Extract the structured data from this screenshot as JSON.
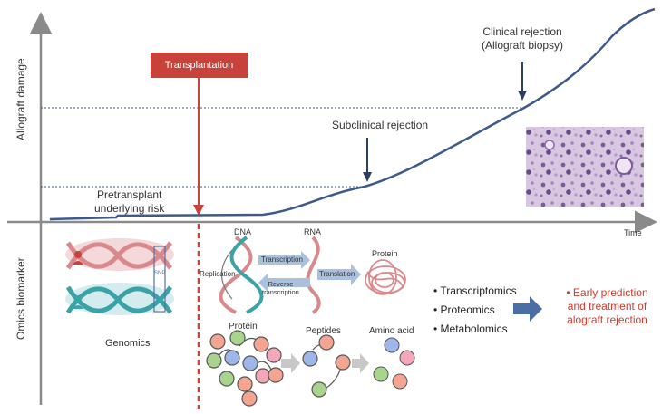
{
  "axes": {
    "y_upper": "Allograft damage",
    "y_lower": "Omics biomarker",
    "x": "Time"
  },
  "timeline": {
    "event_box": "Transplantation",
    "pretransplant_line1": "Pretransplant",
    "pretransplant_line2": "underlying risk",
    "subclinical": "Subclinical rejection",
    "clinical_line1": "Clinical rejection",
    "clinical_line2": "(Allograft biopsy)"
  },
  "genomics": {
    "label": "Genomics",
    "snp": "SNP"
  },
  "central_dogma": {
    "dna": "DNA",
    "rna": "RNA",
    "protein": "Protein",
    "replication": "Replication",
    "transcription": "Transcription",
    "reverse_line1": "Reverse",
    "reverse_line2": "transcription",
    "translation": "Translation"
  },
  "proteomics_flow": {
    "protein": "Protein",
    "peptides": "Peptides",
    "amino_acid": "Amino acid"
  },
  "omics_list": [
    "Transcriptomics",
    "Proteomics",
    "Metabolomics"
  ],
  "outcome": {
    "line1": "• Early prediction",
    "line2": "and treatment of",
    "line3": "alograft rejection"
  },
  "colors": {
    "curve": "#3d5a8a",
    "transplant_red": "#c8423a",
    "axis_gray": "#8a8a8a",
    "outcome_red": "#d23a2d",
    "dna_pink": "#d9898c",
    "dna_teal": "#39a3a8",
    "arrow_blue": "#4a6fa5"
  }
}
